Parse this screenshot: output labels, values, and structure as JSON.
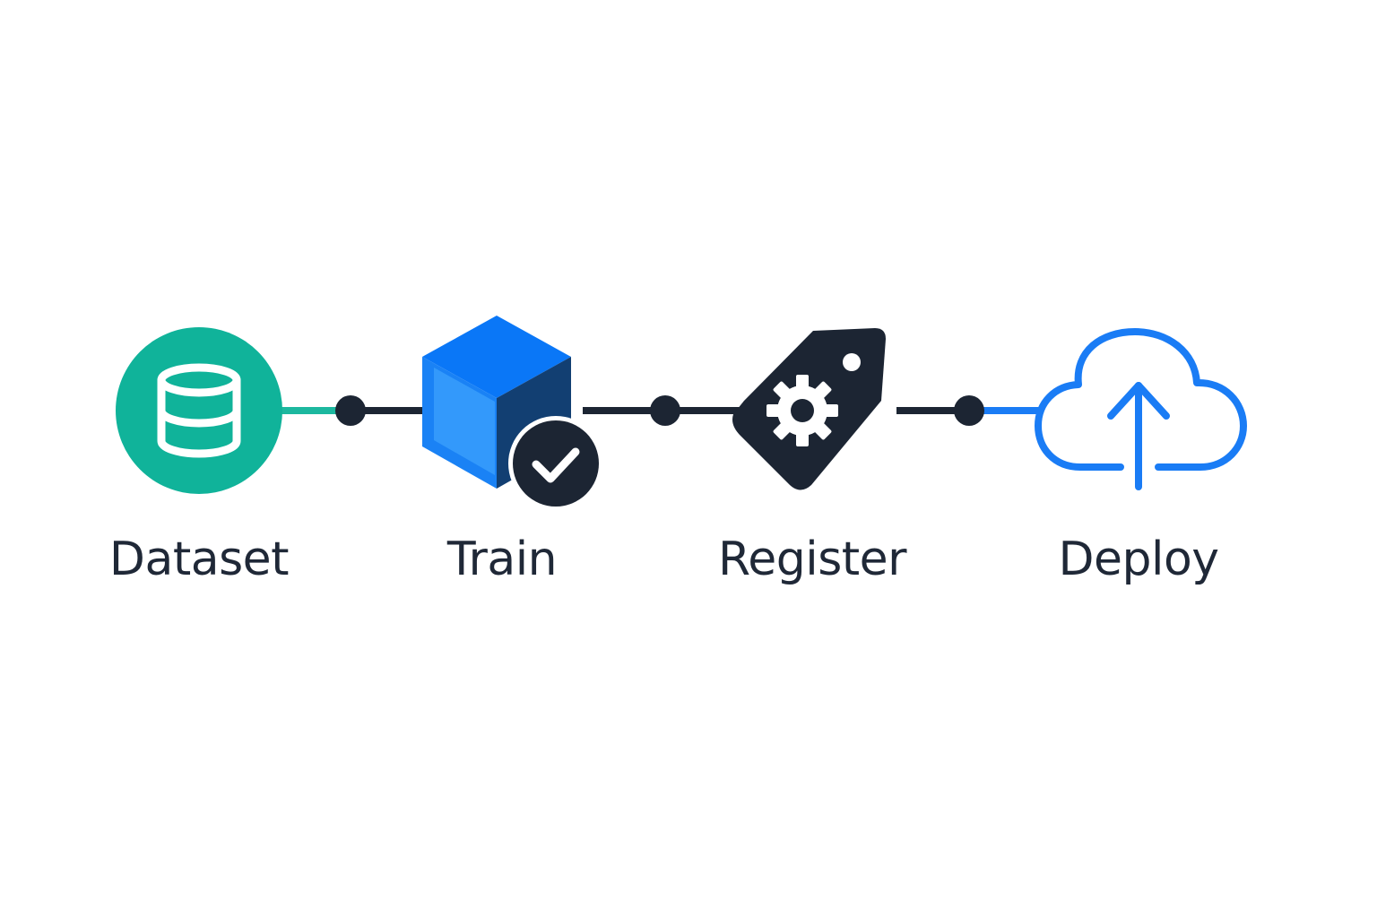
{
  "pipeline": {
    "steps": [
      {
        "label": "Dataset",
        "icon": "database-icon",
        "color": "#10b39a"
      },
      {
        "label": "Train",
        "icon": "cube-icon",
        "color": "#1a7cf5",
        "status_icon": "check-circle-icon",
        "status": "complete"
      },
      {
        "label": "Register",
        "icon": "tag-gear-icon",
        "color": "#1c2533"
      },
      {
        "label": "Deploy",
        "icon": "cloud-upload-icon",
        "color": "#1a7cf5"
      }
    ],
    "colors": {
      "connector": "#1c2533",
      "connector_green": "#1cb89f",
      "connector_blue": "#1a7cf5",
      "text": "#1f2837"
    }
  }
}
